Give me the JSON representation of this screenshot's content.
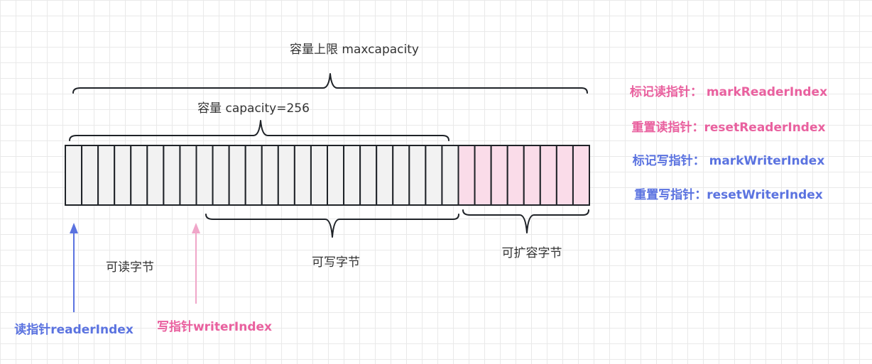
{
  "labels": {
    "max_capacity": "容量上限 maxcapacity",
    "capacity": "容量 capacity=256",
    "readable": "可读字节",
    "writable": "可写字节",
    "expandable": "可扩容字节",
    "reader_pointer": "读指针readerIndex",
    "writer_pointer": "写指针writerIndex"
  },
  "methods": [
    {
      "text": "标记读指针：  markReaderIndex",
      "color": "#e9619f"
    },
    {
      "text": "重置读指针：resetReaderIndex",
      "color": "#e9619f"
    },
    {
      "text": "标记写指针：  markWriterIndex",
      "color": "#5b73e0"
    },
    {
      "text": "重置写指针：resetWriterIndex",
      "color": "#5b73e0"
    }
  ],
  "buffer": {
    "used_cells": 24,
    "expand_cells": 8,
    "used_color": "#f2f2f2",
    "expand_color": "#fadce9"
  },
  "colors": {
    "reader": "#5b73e0",
    "writer": "#e9619f",
    "stroke": "#1f2328",
    "text": "#333333"
  }
}
